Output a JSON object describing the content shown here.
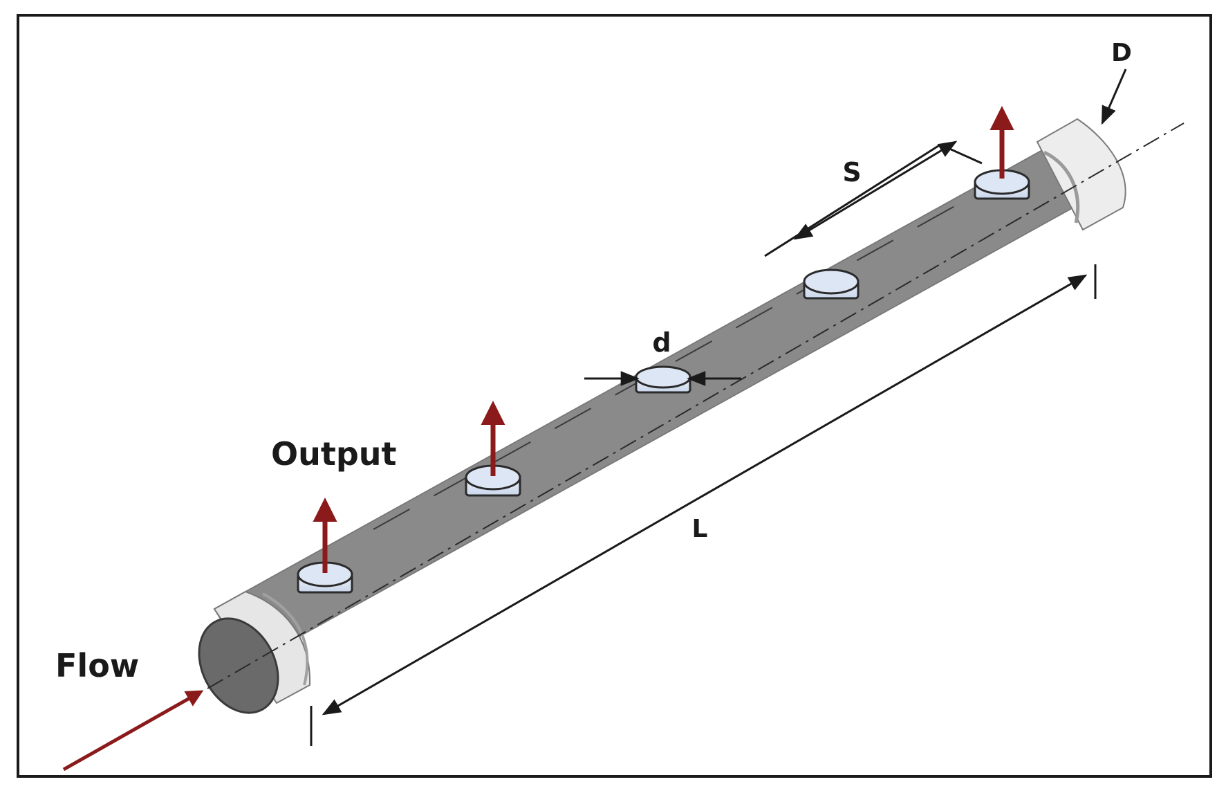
{
  "labels": {
    "diameter_main": "D",
    "spacing": "S",
    "port_diameter": "d",
    "output": "Output",
    "length": "L",
    "flow": "Flow"
  },
  "colors": {
    "frame": "#1a1a1a",
    "arrow_red": "#8b1a1a",
    "pipe_light": "#f4f4f4",
    "pipe_mid": "#c8c8c8",
    "pipe_dark": "#8a8a8a",
    "end_face": "#6a6a6a",
    "port_fill": "#dde6f4"
  },
  "ports": {
    "count": 5,
    "with_output_arrows": 3
  }
}
